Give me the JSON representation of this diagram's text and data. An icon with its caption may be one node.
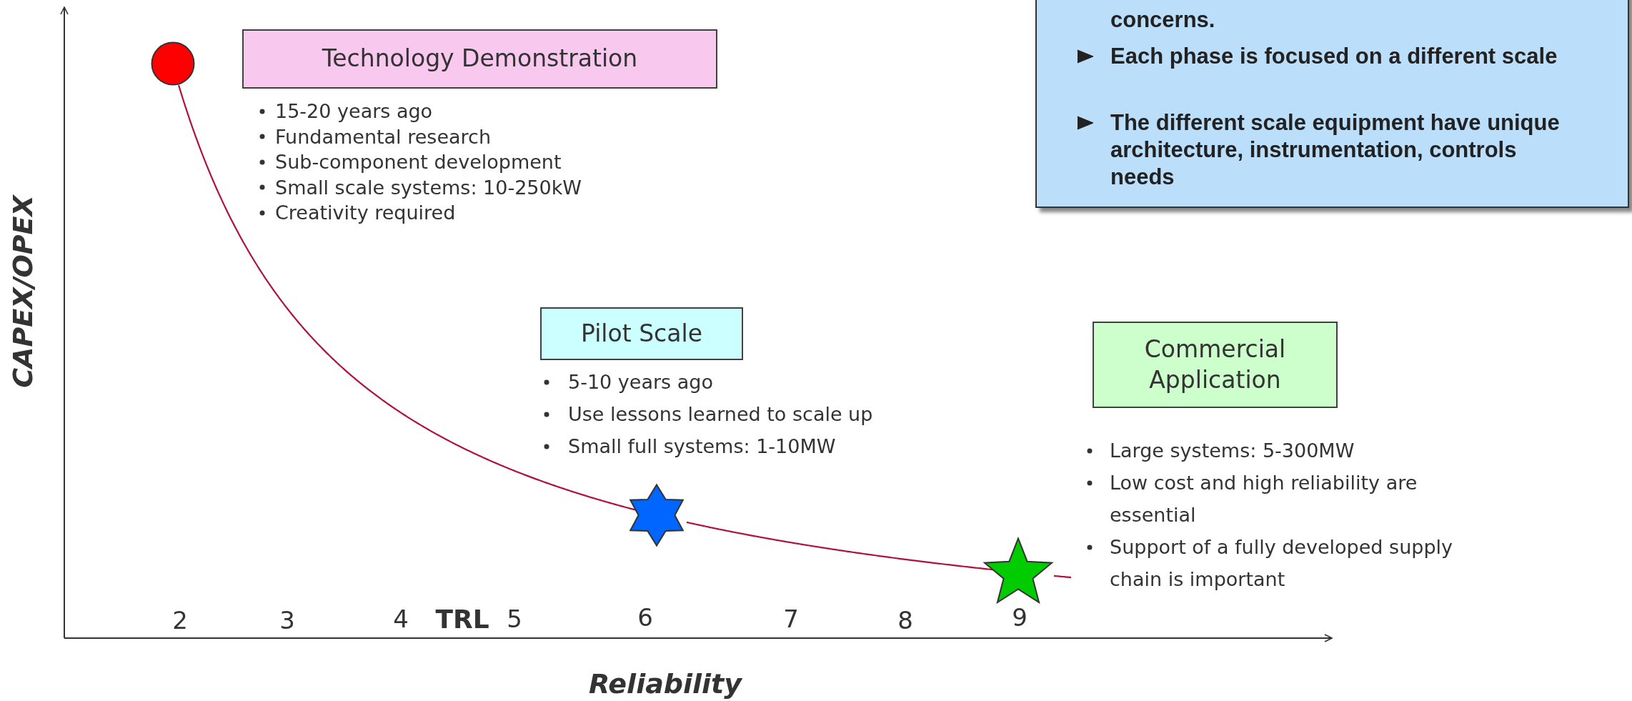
{
  "diagram": {
    "nodes": [
      {
        "text": [],
        "shape": "circle"
      },
      {
        "text": [
          "Technology Demonstration"
        ],
        "beside": [
          "15-20 years ago",
          "Fundamental research",
          "Sub-component development",
          "Small scale systems: 10-250kW",
          "Creativity required"
        ]
      },
      {
        "text": [],
        "shape": "star"
      },
      {
        "text": [
          "Pilot Scale"
        ],
        "beside": [
          "5-10 years ago",
          "Use lessons learned to scale up",
          "Small full systems: 1-10MW"
        ]
      },
      {
        "text": [],
        "shape": "star"
      },
      {
        "text": [
          "Commercial Application"
        ],
        "beside": [
          "Large systems: 5-300MW",
          "Low cost and high reliability are essential",
          "Support of a fully developed supply chain is important"
        ]
      },
      {
        "text": [
          "concerns.",
          "Each phase is focused on a different scale",
          "The different scale equipment have unique architecture, instrumentation, controls needs"
        ]
      }
    ],
    "edges": [
      {
        "from": 0,
        "to": 2,
        "arrow": "none"
      },
      {
        "from": 2,
        "to": 4,
        "arrow": "none"
      },
      {
        "from": 4,
        "to": null,
        "arrow": "none"
      }
    ],
    "labels": [
      "CAPEX/OPEX",
      "2",
      "3",
      "4",
      "TRL",
      "5",
      "6",
      "7",
      "8",
      "9",
      "Reliability"
    ]
  }
}
